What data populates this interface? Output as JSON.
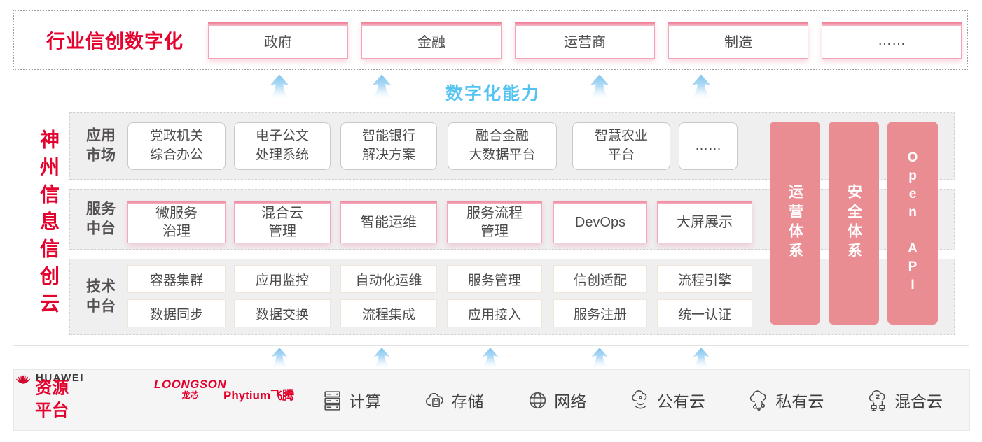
{
  "colors": {
    "red": "#e4032e",
    "pink_border": "#f2a5b4",
    "salmon_bar": "#ea8d93",
    "blue": "#54c3f1",
    "row_gray": "#efeff0"
  },
  "top_banner": {
    "title": "行业信创数字化",
    "industries": [
      "政府",
      "金融",
      "运营商",
      "制造",
      "……"
    ]
  },
  "capability": {
    "label": "数字化能力"
  },
  "platform": {
    "title": "神州信息信创云",
    "app_row": {
      "label": "应用\n市场",
      "items": [
        "党政机关\n综合办公",
        "电子公文\n处理系统",
        "智能银行\n解决方案",
        "融合金融\n大数据平台",
        "智慧农业\n平台",
        "……"
      ]
    },
    "service_row": {
      "label": "服务\n中台",
      "items": [
        "微服务\n治理",
        "混合云\n管理",
        "智能运维",
        "服务流程\n管理",
        "DevOps",
        "大屏展示"
      ]
    },
    "tech_row": {
      "label": "技术\n中台",
      "items_top": [
        "容器集群",
        "应用监控",
        "自动化运维",
        "服务管理",
        "信创适配",
        "流程引擎"
      ],
      "items_bottom": [
        "数据同步",
        "数据交换",
        "流程集成",
        "应用接入",
        "服务注册",
        "统一认证"
      ]
    },
    "side_bars": [
      "运营体系",
      "安全体系",
      "Open API"
    ]
  },
  "resources": {
    "title": "资源\n平台",
    "vendors": {
      "loongson": "LOONGSON",
      "loongson_cn": "龙芯",
      "phytium": "Phytium飞腾",
      "huawei": "HUAWEI"
    },
    "items": [
      {
        "icon": "compute-icon",
        "label": "计算"
      },
      {
        "icon": "storage-icon",
        "label": "存储"
      },
      {
        "icon": "network-icon",
        "label": "网络"
      },
      {
        "icon": "public-cloud-icon",
        "label": "公有云"
      },
      {
        "icon": "private-cloud-icon",
        "label": "私有云"
      },
      {
        "icon": "hybrid-cloud-icon",
        "label": "混合云"
      }
    ]
  }
}
